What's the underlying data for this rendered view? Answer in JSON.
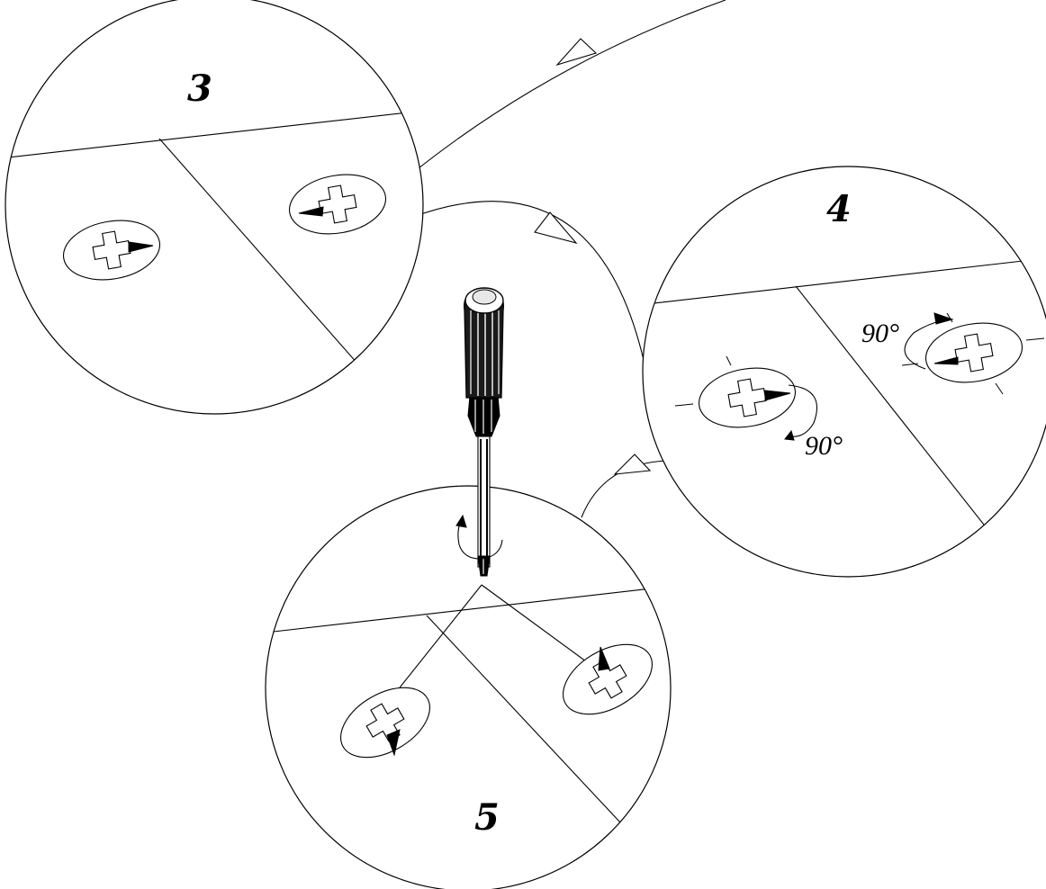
{
  "steps": [
    {
      "number": "3"
    },
    {
      "number": "4",
      "angle_labels": [
        "90°",
        "90°"
      ]
    },
    {
      "number": "5"
    }
  ],
  "colors": {
    "ink": "#000000",
    "paper": "#ffffff"
  },
  "icons": [
    "screwdriver-icon",
    "phillips-screw-icon",
    "rotation-arrow-icon",
    "flow-arrow-icon"
  ]
}
